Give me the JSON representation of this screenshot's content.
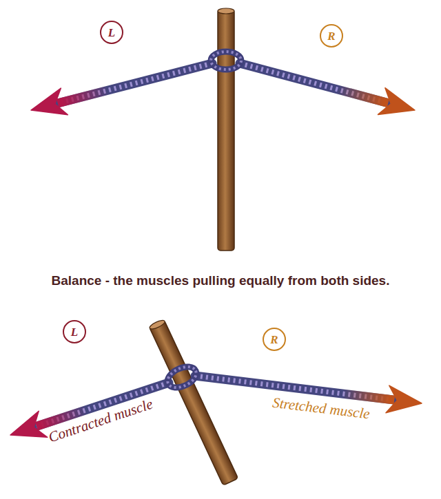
{
  "diagram": {
    "caption": "Balance - the muscles pulling equally from both sides.",
    "nodes": [
      {
        "text": [
          "L"
        ]
      },
      {
        "text": [
          "R"
        ]
      },
      {
        "text": [
          "L"
        ]
      },
      {
        "text": [
          "R"
        ]
      }
    ],
    "labels": [
      "Contracted muscle",
      "Stretched muscle"
    ]
  }
}
